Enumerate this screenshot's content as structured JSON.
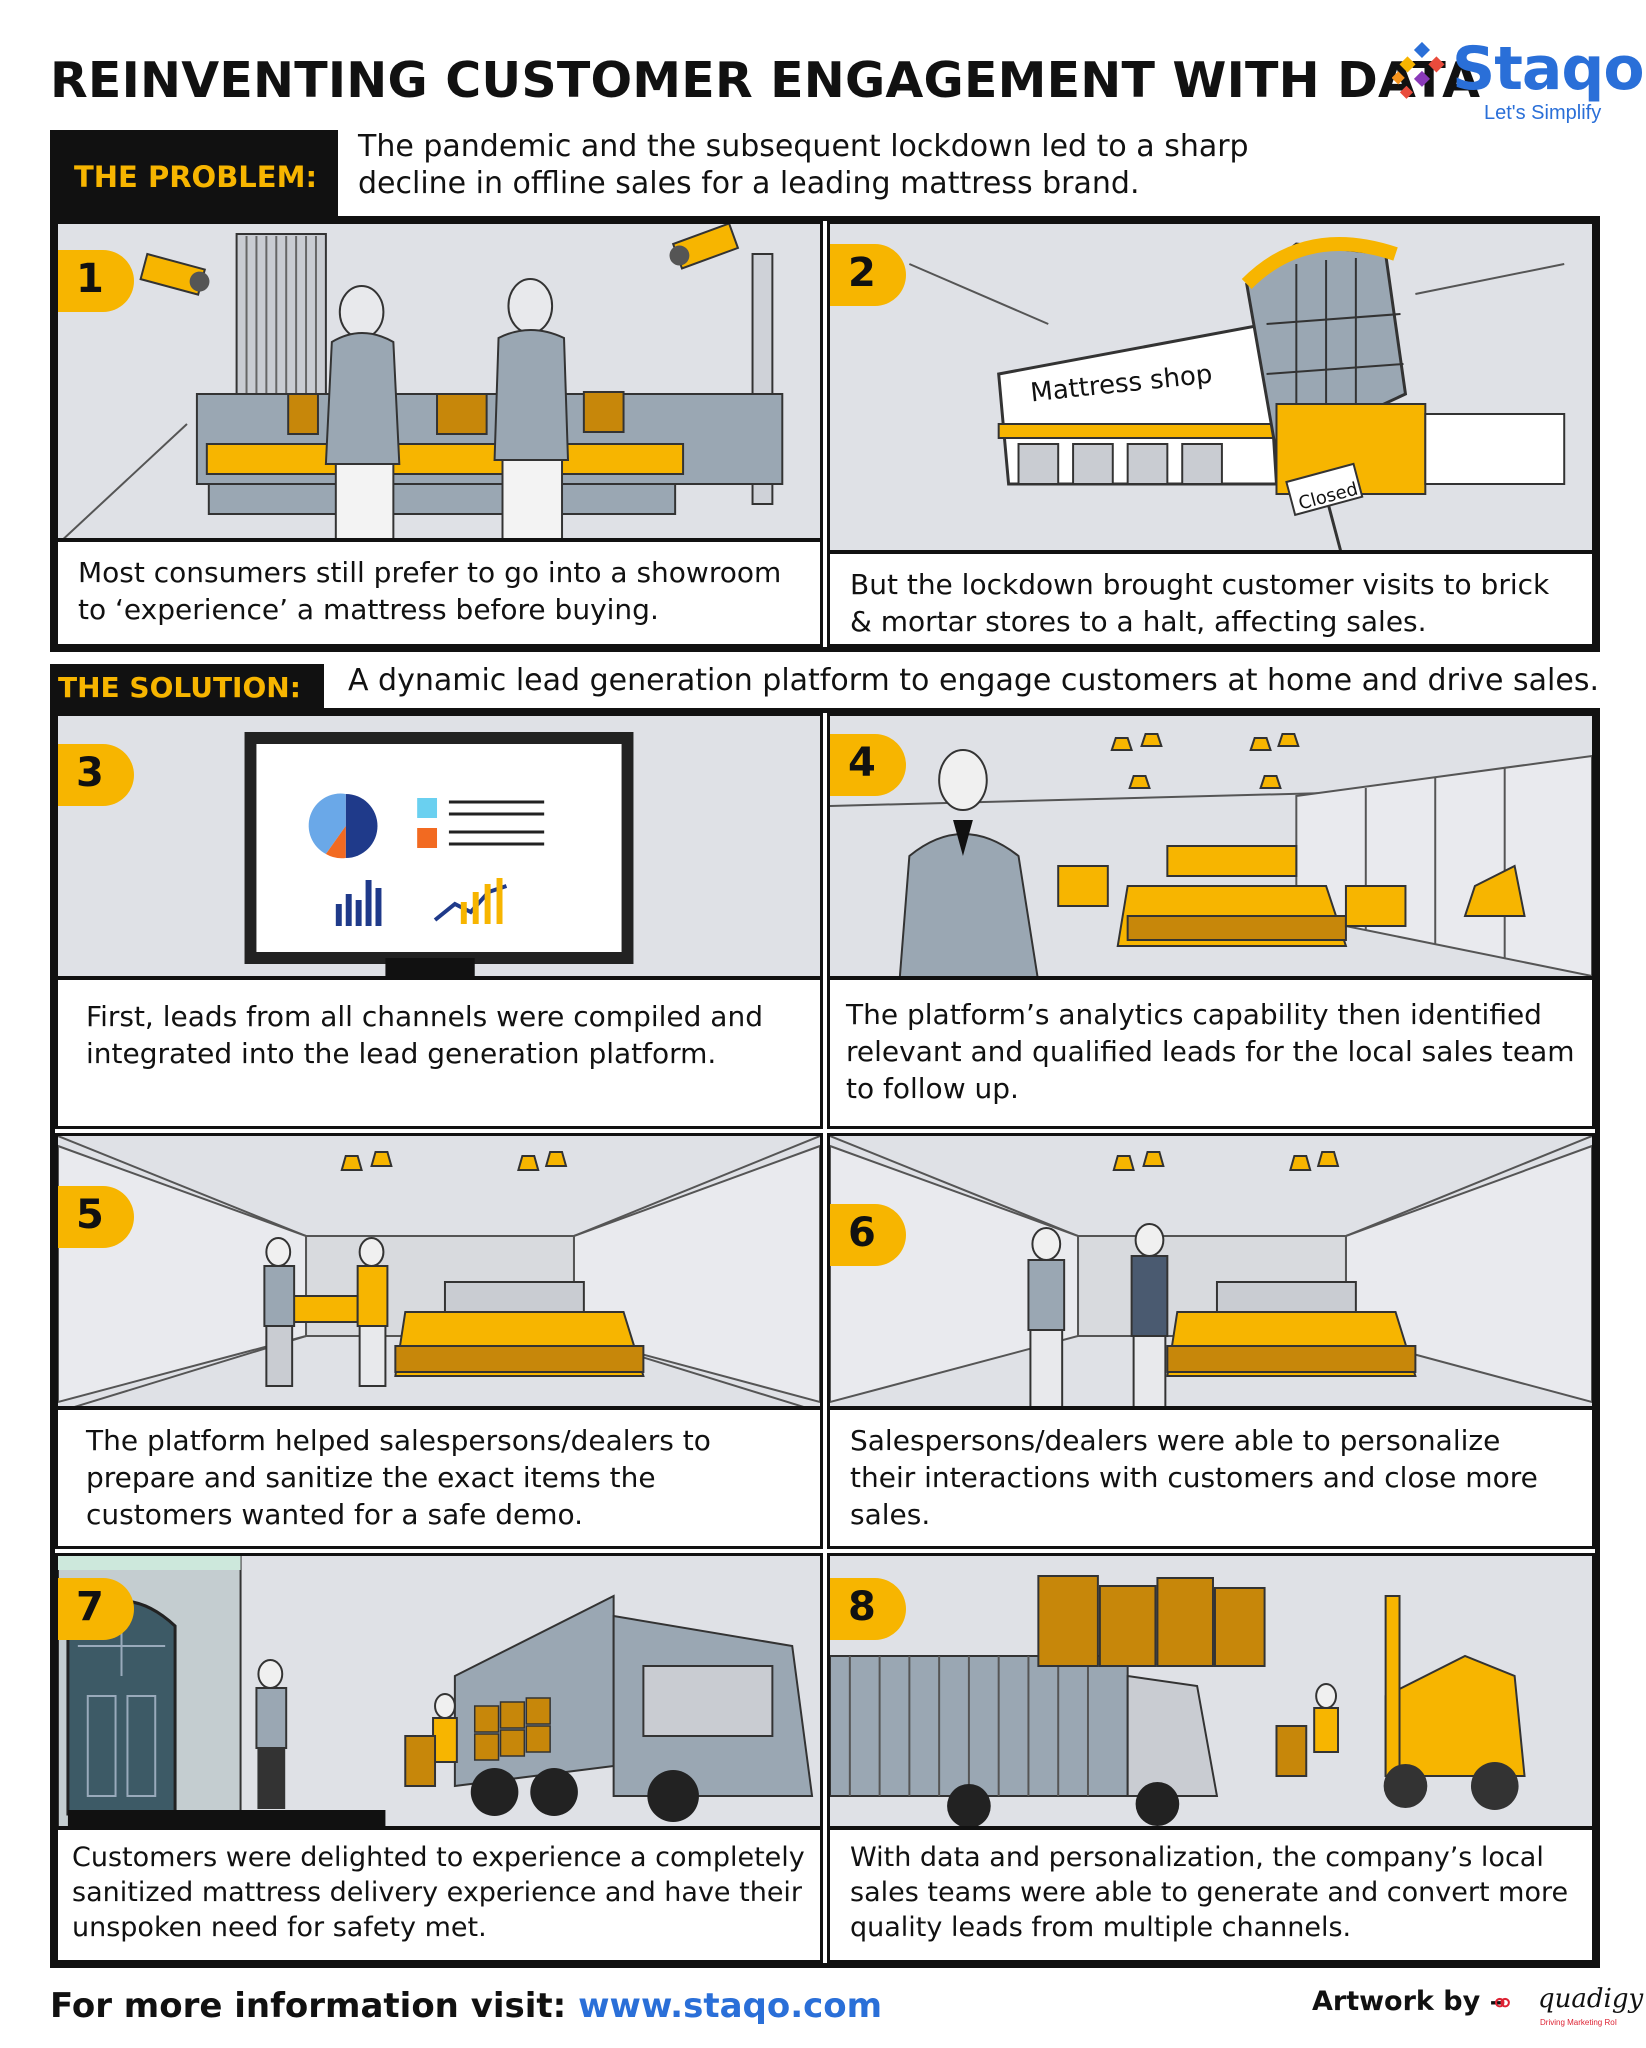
{
  "title": "REINVENTING CUSTOMER ENGAGEMENT WITH DATA",
  "logo": {
    "name": "Staqo",
    "tagline": "Let's Simplify"
  },
  "problem": {
    "label": "THE PROBLEM:",
    "text": "The pandemic and the subsequent lockdown led to a sharp decline in offline sales for a leading mattress brand."
  },
  "solution": {
    "label": "THE SOLUTION:",
    "text": "A dynamic lead generation platform to engage customers at home and drive sales."
  },
  "panels": [
    {
      "number": "1",
      "caption": "Most consumers still prefer to go into a showroom to ‘experience’ a mattress before buying."
    },
    {
      "number": "2",
      "caption": "But the lockdown brought customer visits to brick & mortar stores to a halt, affecting sales.",
      "sign": "Mattress shop",
      "closed_sign": "Closed"
    },
    {
      "number": "3",
      "caption": "First, leads from all channels were compiled and integrated into the lead generation platform."
    },
    {
      "number": "4",
      "caption": "The platform’s analytics capability then identified relevant and qualified leads for the local sales team to follow up."
    },
    {
      "number": "5",
      "caption": "The platform helped salespersons/dealers to prepare and sanitize the exact items the customers wanted for a safe demo."
    },
    {
      "number": "6",
      "caption": "Salespersons/dealers were able to personalize their interactions with customers and close more sales."
    },
    {
      "number": "7",
      "caption": "Customers were delighted to experience a completely sanitized mattress delivery experience and have their unspoken need for safety met."
    },
    {
      "number": "8",
      "caption": "With data and personalization, the company’s local sales teams were able to generate and convert more quality leads from multiple channels."
    }
  ],
  "footer": {
    "info_label": "For more information visit:",
    "url": "www.staqo.com",
    "artwork_label": "Artwork by –",
    "artist": "quadigy",
    "artist_sub": "Driving Marketing RoI"
  },
  "colors": {
    "accent": "#f7b500",
    "brand": "#2a6fd8",
    "ink": "#111111",
    "panel_bg": "#dfe1e6",
    "steel": "#9aa7b3"
  }
}
